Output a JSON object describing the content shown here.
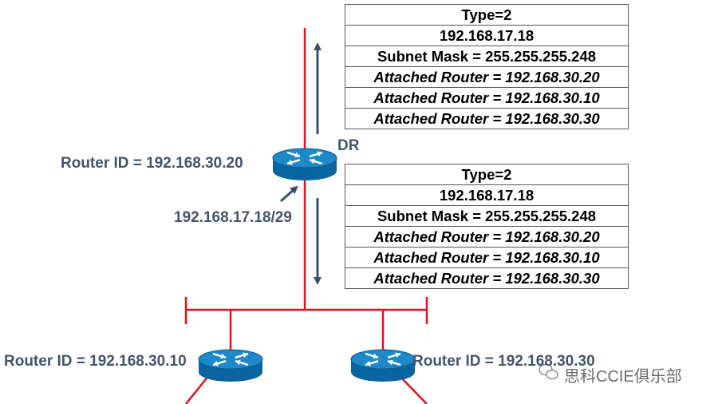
{
  "colors": {
    "link": "#e0101e",
    "arrow": "#3e4f6a",
    "label": "#44546a",
    "router_top": "#1e88c8",
    "router_side": "#0a64a0"
  },
  "title_fragment": "",
  "lsa_top": {
    "type": "Type=2",
    "link_state_id": "192.168.17.18",
    "mask": "Subnet Mask = 255.255.255.248",
    "attached": [
      "Attached Router = 192.168.30.20",
      "Attached Router = 192.168.30.10",
      "Attached Router = 192.168.30.30"
    ]
  },
  "lsa_bottom": {
    "type": "Type=2",
    "link_state_id": "192.168.17.18",
    "mask": "Subnet Mask = 255.255.255.248",
    "attached": [
      "Attached Router = 192.168.30.20",
      "Attached Router = 192.168.30.10",
      "Attached Router = 192.168.30.30"
    ]
  },
  "dr_router": {
    "id_label": "Router ID = 192.168.30.20",
    "role": "DR",
    "interface": "192.168.17.18/29"
  },
  "left_router": {
    "id_label": "Router ID = 192.168.30.10"
  },
  "right_router": {
    "id_label": "Router ID = 192.168.30.30"
  },
  "watermark": {
    "icon": "wechat-icon",
    "text": "思科CCIE俱乐部"
  }
}
